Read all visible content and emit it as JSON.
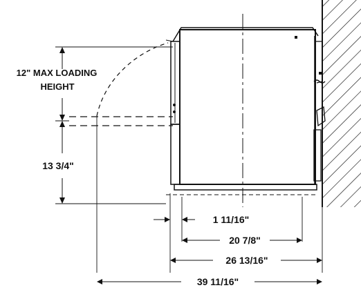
{
  "dimensions": {
    "max_loading_height_line1": "12\" MAX LOADING",
    "max_loading_height_line2": "HEIGHT",
    "base_height": "13 3/4\"",
    "front_offset": "1 11/16\"",
    "body_depth": "20 7/8\"",
    "depth_to_wall": "26 13/16\"",
    "overall_depth": "39 11/16\""
  },
  "colors": {
    "ink": "#111111",
    "background": "#ffffff"
  }
}
